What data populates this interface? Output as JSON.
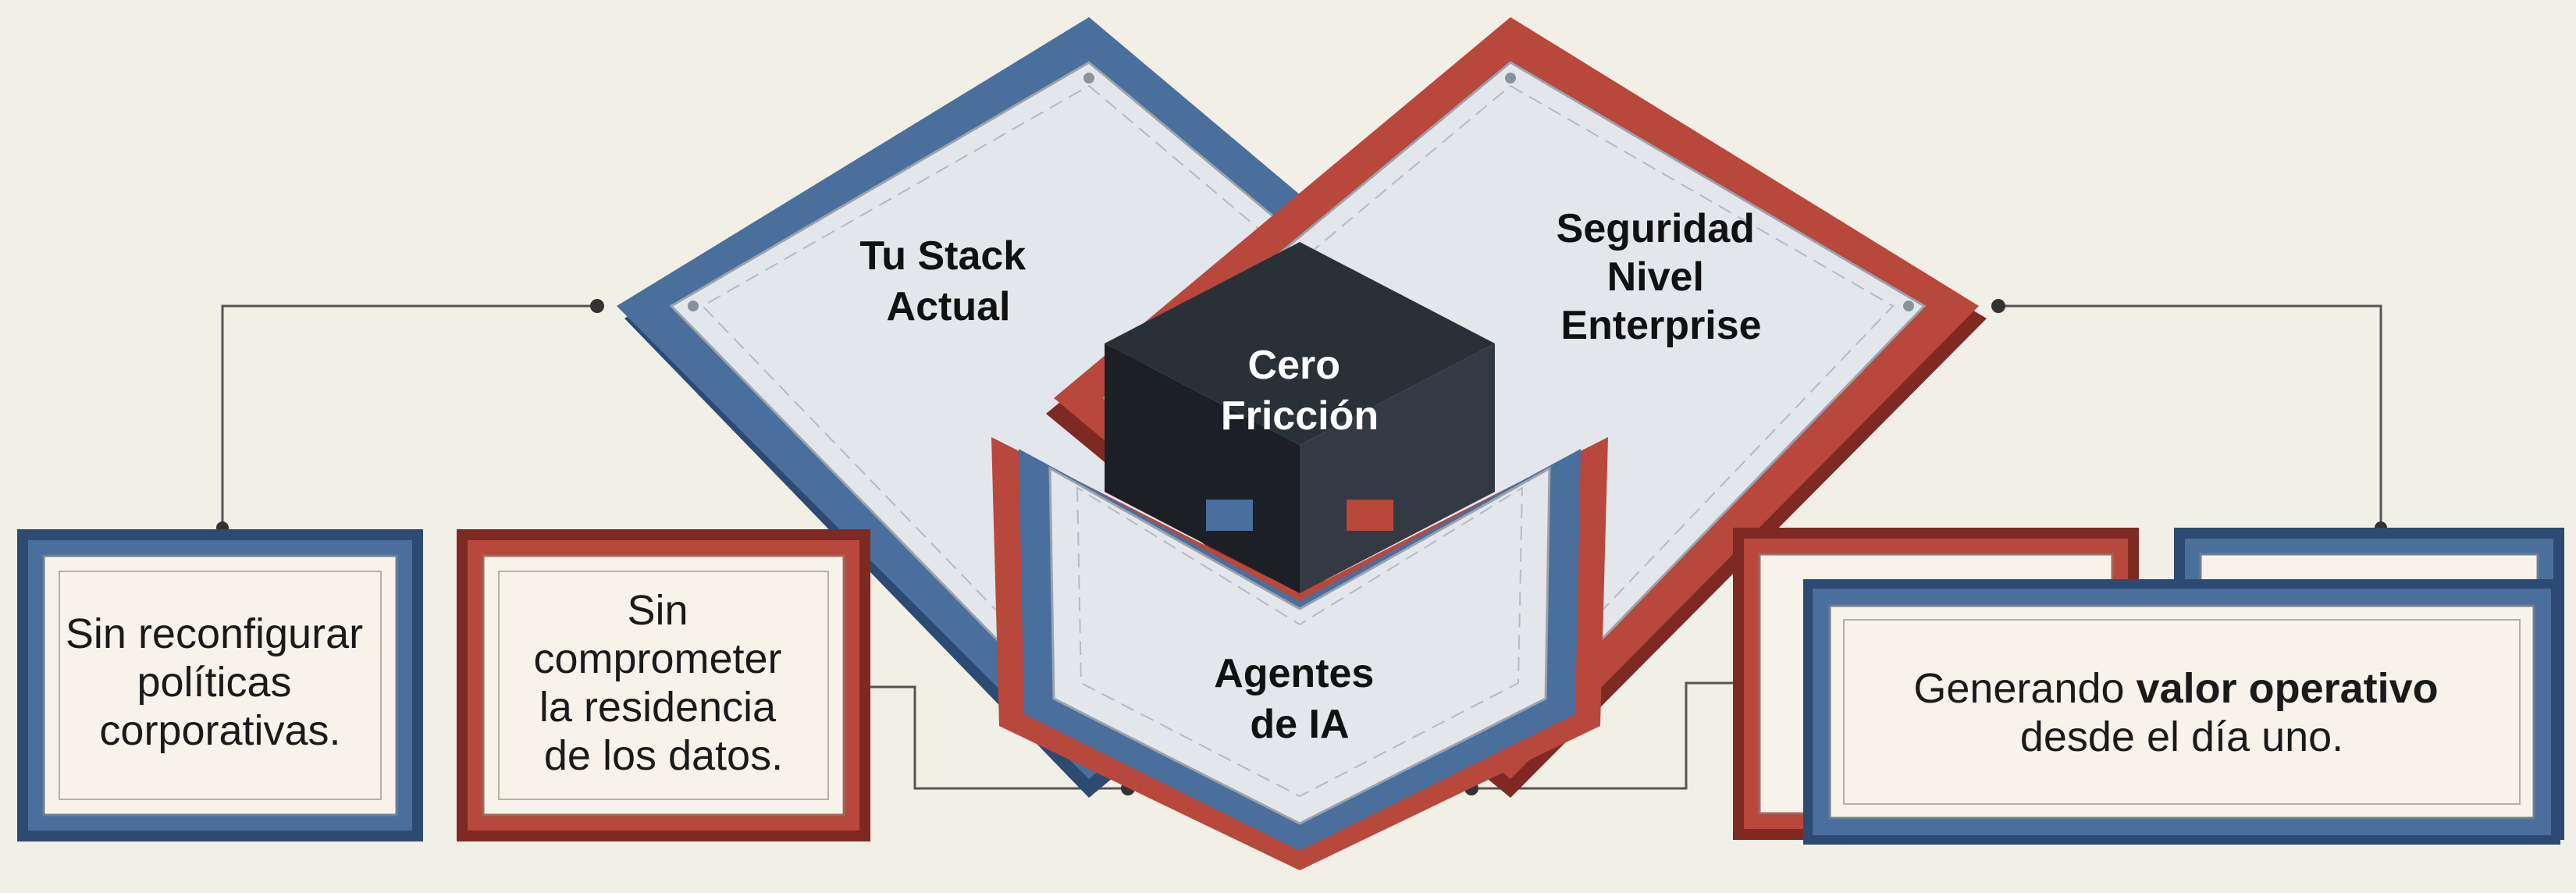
{
  "diagram": {
    "regions": {
      "blue": {
        "lines": [
          "Tu Stack",
          "Actual"
        ]
      },
      "red": {
        "lines": [
          "Seguridad",
          "Nivel",
          "Enterprise"
        ]
      },
      "center": {
        "lines": [
          "Cero",
          "Fricción"
        ]
      },
      "bottom": {
        "lines": [
          "Agentes",
          "de IA"
        ]
      }
    },
    "cards": {
      "left1": {
        "lines": [
          "Sin reconfigurar",
          "políticas",
          "corporativas."
        ]
      },
      "left2": {
        "lines": [
          "Sin",
          "comprometer",
          "la residencia",
          "de los datos."
        ]
      },
      "right": {
        "pre": "Generando ",
        "bold": "valor operativo",
        "line2": "desde el día uno."
      }
    }
  },
  "colors": {
    "background": "#f2efe7",
    "blue": "#4a6f9c",
    "blue_dark": "#2d4b72",
    "red": "#b8473c",
    "red_dark": "#7e2a22",
    "center": "#2a3038",
    "panel": "#e3e6ea",
    "card": "#f7f3ea"
  }
}
